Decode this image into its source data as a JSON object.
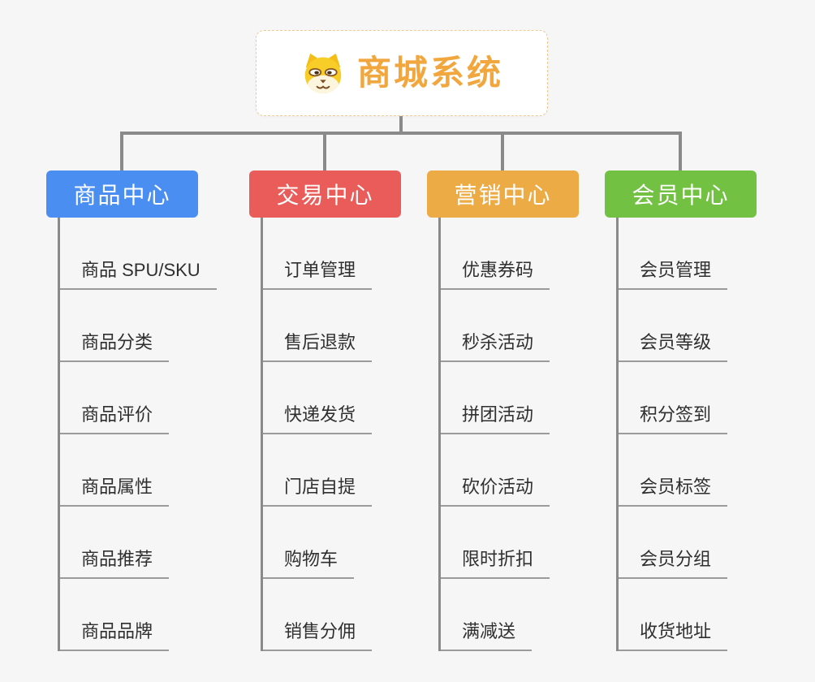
{
  "page": {
    "background": "#f5f6f5",
    "connector_color": "#8a8a8a",
    "underline_color": "#9b9b9b"
  },
  "root": {
    "title": "商城系统",
    "title_color": "#f2a73e",
    "icon": "shiba-dog-icon",
    "border_color": "#f2c894"
  },
  "branches": [
    {
      "label": "商品中心",
      "color": "#4a8ef2",
      "items": [
        "商品 SPU/SKU",
        "商品分类",
        "商品评价",
        "商品属性",
        "商品推荐",
        "商品品牌"
      ]
    },
    {
      "label": "交易中心",
      "color": "#e95c5a",
      "items": [
        "订单管理",
        "售后退款",
        "快递发货",
        "门店自提",
        "购物车",
        "销售分佣"
      ]
    },
    {
      "label": "营销中心",
      "color": "#ecab45",
      "items": [
        "优惠券码",
        "秒杀活动",
        "拼团活动",
        "砍价活动",
        "限时折扣",
        "满减送"
      ]
    },
    {
      "label": "会员中心",
      "color": "#72c142",
      "items": [
        "会员管理",
        "会员等级",
        "积分签到",
        "会员标签",
        "会员分组",
        "收货地址"
      ]
    }
  ]
}
